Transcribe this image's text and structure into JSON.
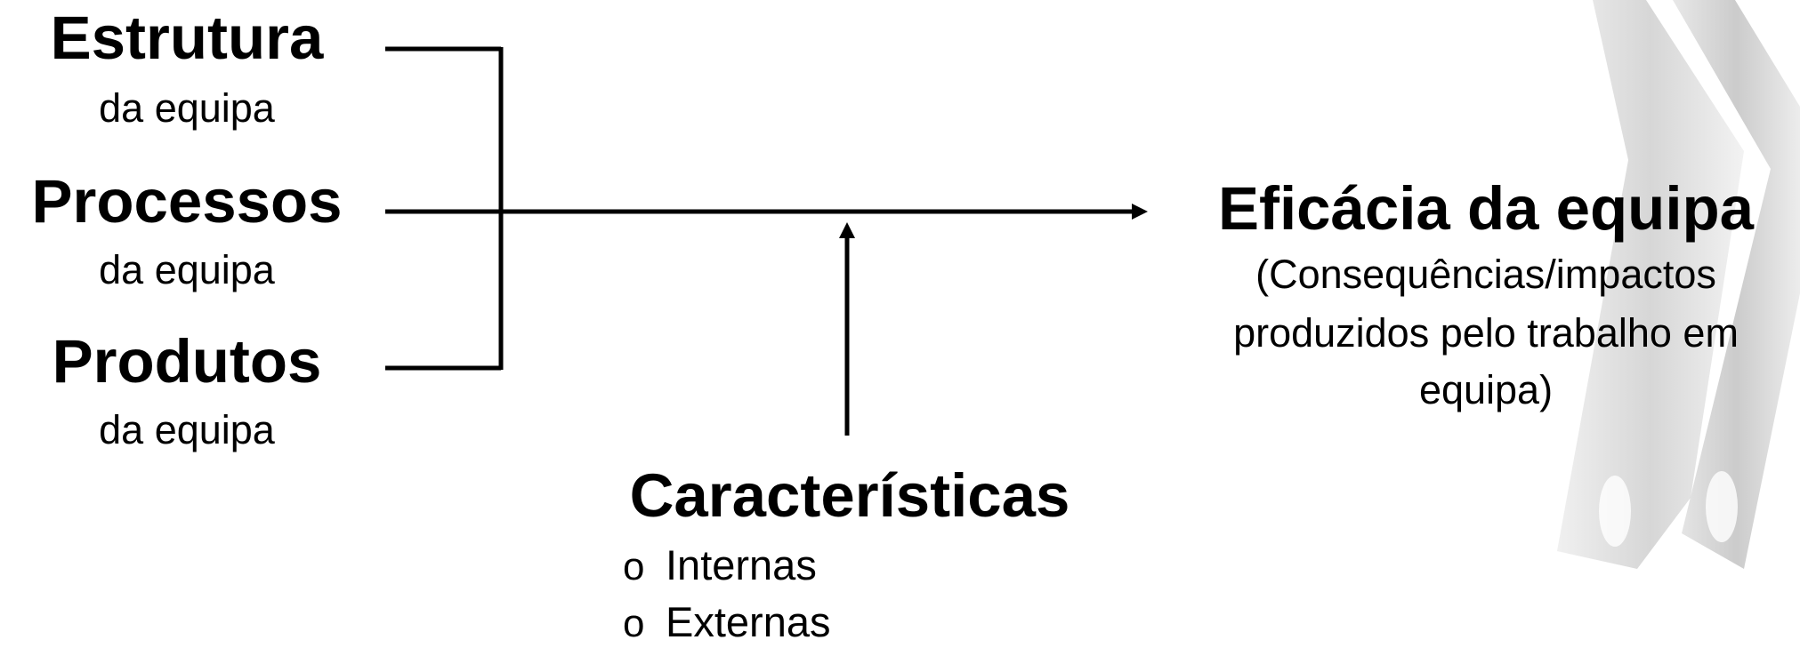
{
  "left_inputs": [
    {
      "title": "Estrutura",
      "subtitle": "da equipa"
    },
    {
      "title": "Processos",
      "subtitle": "da equipa"
    },
    {
      "title": "Produtos",
      "subtitle": "da equipa"
    }
  ],
  "outcome": {
    "title": "Eficácia da equipa",
    "description_lines": [
      "(Consequências/impactos",
      "produzidos pelo trabalho em",
      "equipa)"
    ]
  },
  "moderator": {
    "title": "Características",
    "bullet_symbol": "o",
    "items": [
      "Internas",
      "Externas"
    ]
  },
  "colors": {
    "lines": "#000000",
    "text": "#000000",
    "background": "#ffffff",
    "decor": "#a9a9a9"
  }
}
